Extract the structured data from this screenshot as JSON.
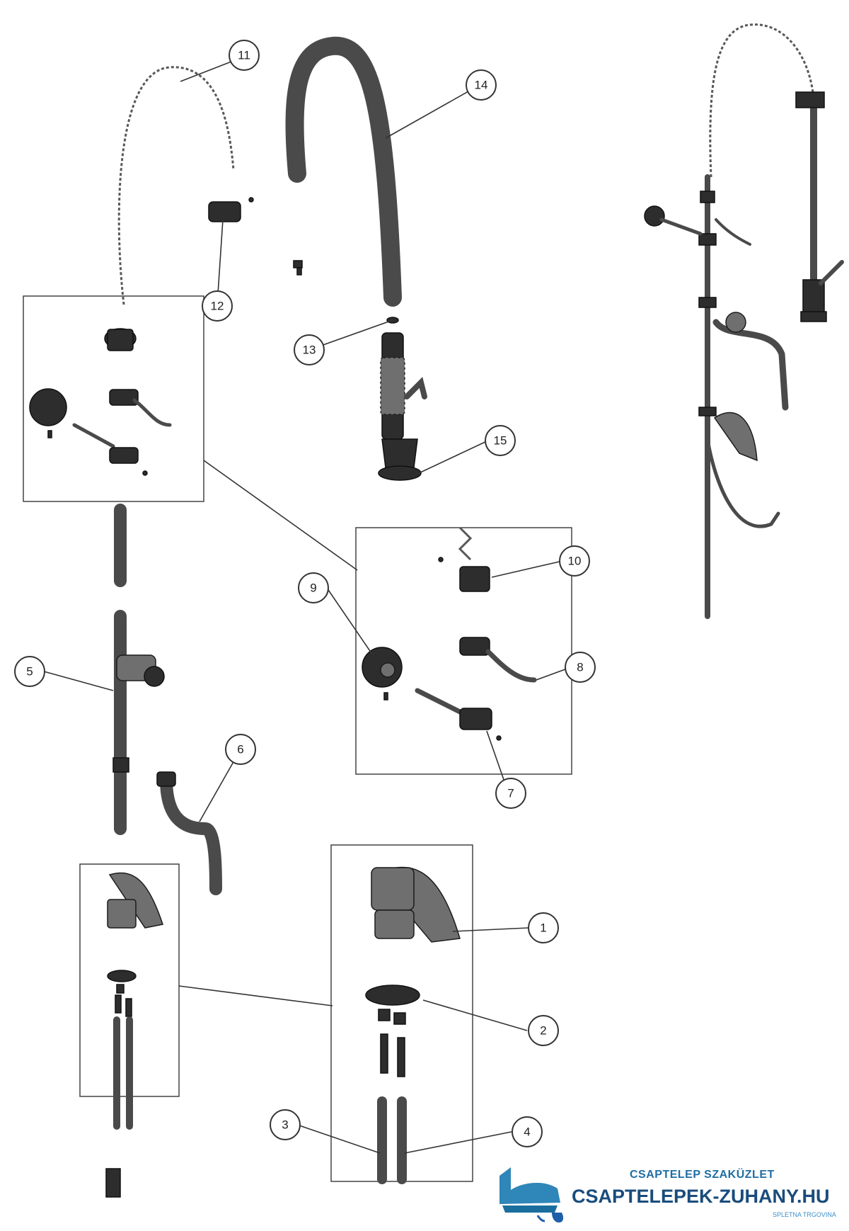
{
  "diagram": {
    "callouts": [
      {
        "id": "c1",
        "label": "1"
      },
      {
        "id": "c2",
        "label": "2"
      },
      {
        "id": "c3",
        "label": "3"
      },
      {
        "id": "c4",
        "label": "4"
      },
      {
        "id": "c5",
        "label": "5"
      },
      {
        "id": "c6",
        "label": "6"
      },
      {
        "id": "c7",
        "label": "7"
      },
      {
        "id": "c8",
        "label": "8"
      },
      {
        "id": "c9",
        "label": "9"
      },
      {
        "id": "c10",
        "label": "10"
      },
      {
        "id": "c11",
        "label": "11"
      },
      {
        "id": "c12",
        "label": "12"
      },
      {
        "id": "c13",
        "label": "13"
      },
      {
        "id": "c14",
        "label": "14"
      },
      {
        "id": "c15",
        "label": "15"
      }
    ]
  },
  "brand": {
    "subtitle": "CSAPTELEP SZAKÜZLET",
    "name": "CSAPTELEPEK-ZUHANY.HU",
    "tagline": "SPLETNA TRGOVINA"
  },
  "colors": {
    "brand_blue": "#1a4c7c",
    "brand_light_blue": "#3a8fc8",
    "line": "#333333"
  }
}
